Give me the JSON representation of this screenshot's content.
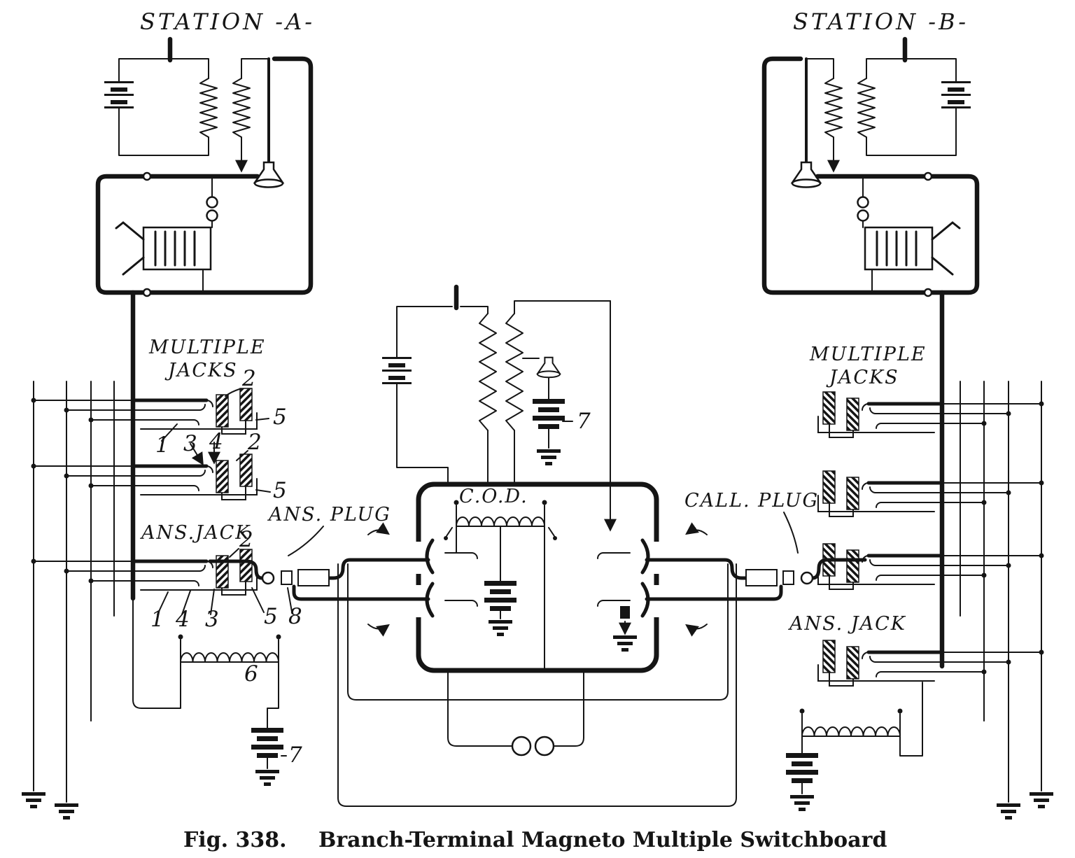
{
  "colors": {
    "ink": "#151515",
    "paper": "#ffffff"
  },
  "diagram": {
    "stations": {
      "a": "STATION -A-",
      "b": "STATION -B-"
    },
    "labels": {
      "multiple_jacks_left": {
        "line1": "MULTIPLE",
        "line2": "JACKS"
      },
      "multiple_jacks_right": {
        "line1": "MULTIPLE",
        "line2": "JACKS"
      },
      "ans_jack_left": "ANS.JACK",
      "ans_jack_right": "ANS. JACK",
      "ans_plug": "ANS. PLUG",
      "call_plug": "CALL. PLUG",
      "cod": "C.O.D."
    },
    "part_numbers": {
      "jack1_top": "2",
      "jack1_side": "5",
      "row1_a": "1",
      "row1_b": "3",
      "row1_c": "4",
      "row1_d": "2",
      "jack2_side": "5",
      "ansjack_top": "2",
      "row2_a": "1",
      "row2_b": "4",
      "row2_c": "3",
      "row2_d": "5",
      "row2_e": "8",
      "retard_coil": "6",
      "condenser_left": "7",
      "condenser_center": "7"
    }
  },
  "caption": {
    "figure": "Fig.  338.",
    "title": "Branch-Terminal Magneto Multiple Switchboard"
  }
}
